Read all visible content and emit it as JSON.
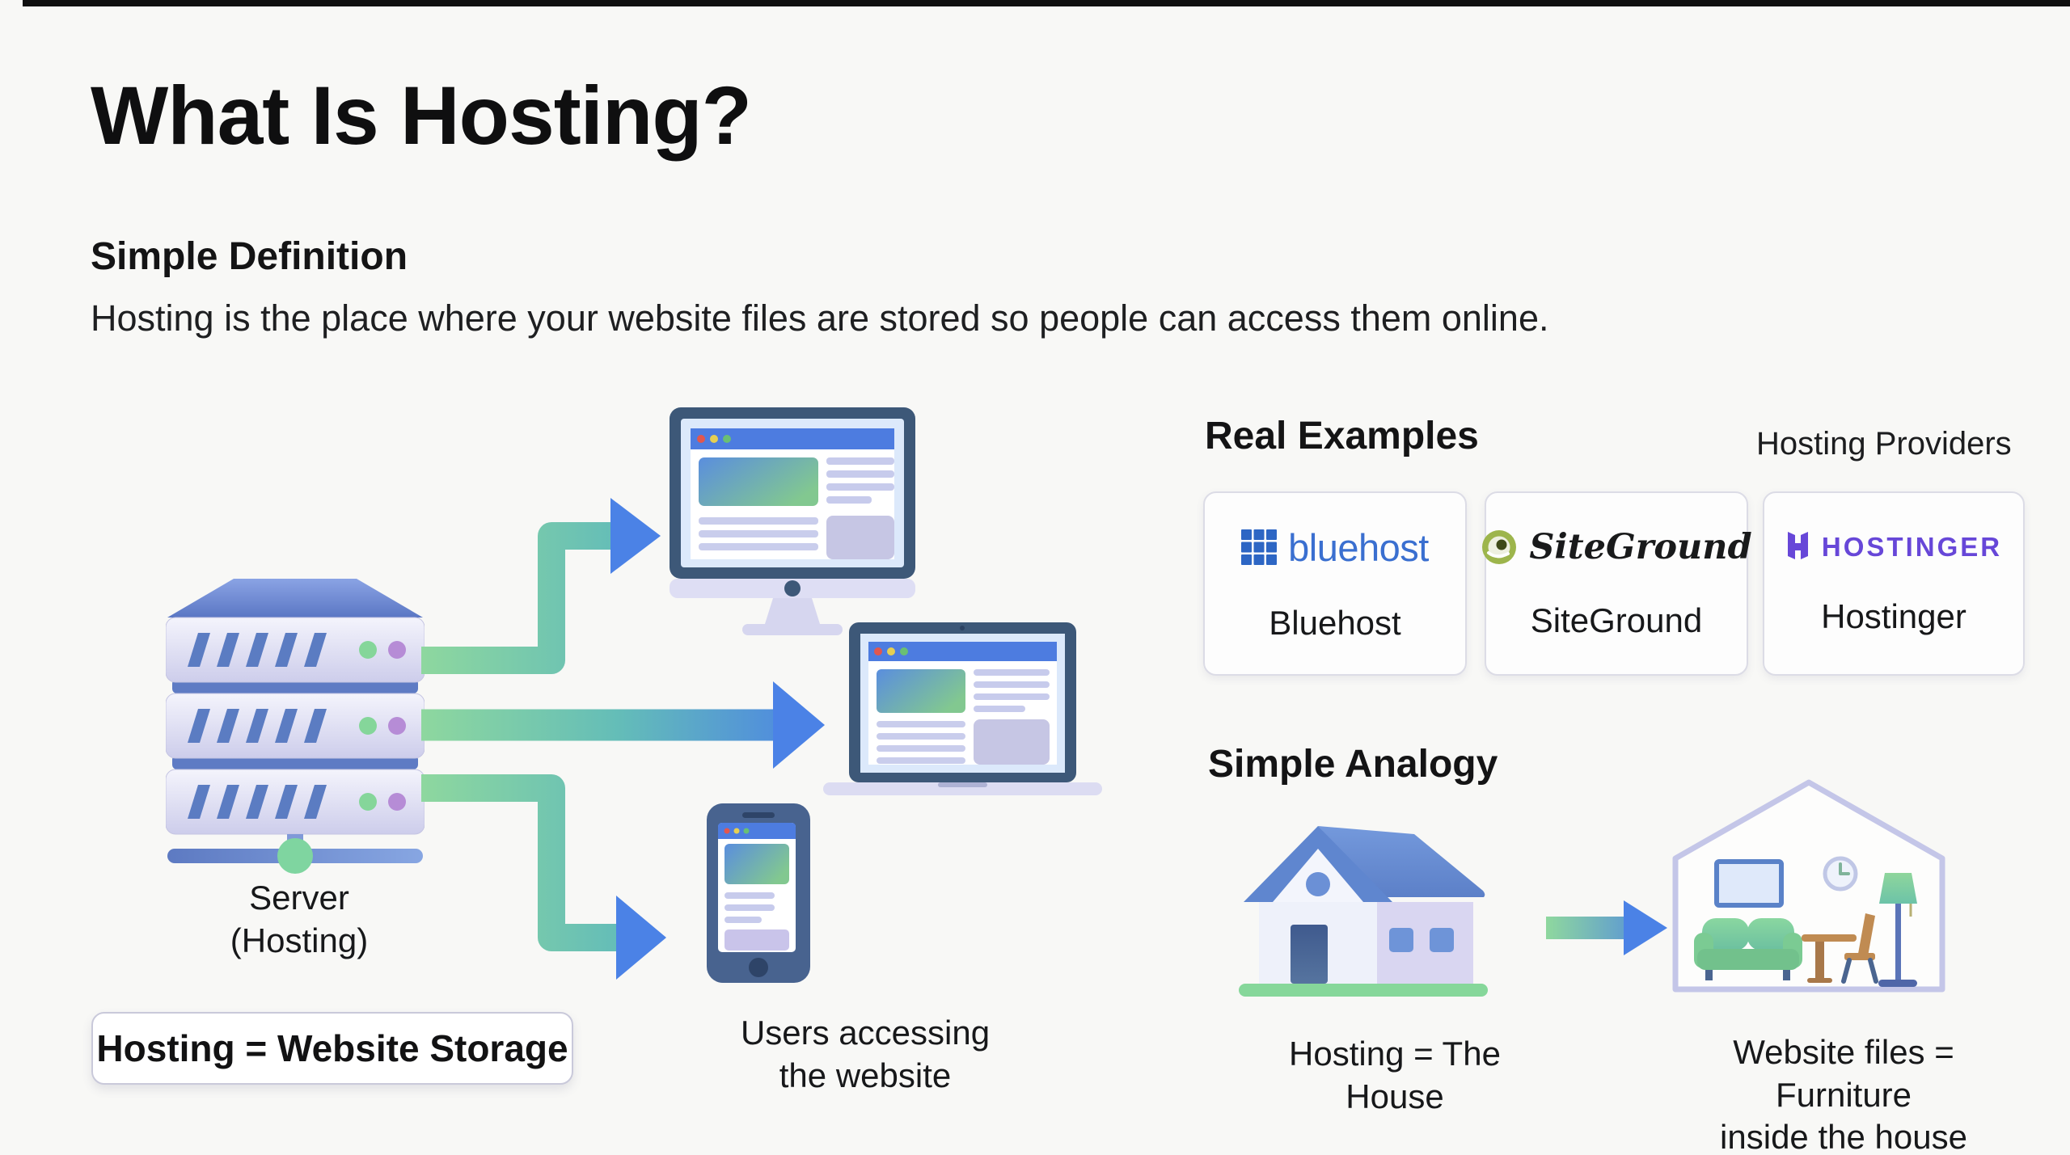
{
  "page": {
    "title": "What Is Hosting?",
    "section_definition": {
      "heading": "Simple Definition",
      "text": "Hosting is the place where your website files are stored so people can access them online."
    }
  },
  "hosting_diagram": {
    "server_label": "Server\n(Hosting)",
    "storage_badge": "Hosting = Website Storage",
    "users_label": "Users accessing\nthe website"
  },
  "real_examples": {
    "heading": "Real Examples",
    "subheading": "Hosting Providers",
    "providers": [
      {
        "logo_text": "bluehost",
        "label": "Bluehost"
      },
      {
        "logo_text": "SiteGround",
        "label": "SiteGround"
      },
      {
        "logo_text": "HOSTINGER",
        "label": "Hostinger"
      }
    ]
  },
  "simple_analogy": {
    "heading": "Simple Analogy",
    "house_label": "Hosting = The House",
    "furniture_label": "Website files = Furniture\ninside the house"
  },
  "colors": {
    "background": "#f8f8f6",
    "heading_text": "#0f0f10",
    "arrow_gradient_start": "#8fd89e",
    "arrow_gradient_end": "#4b82e6",
    "bluehost_blue": "#3a6fd0",
    "siteground_green": "#9db54c",
    "hostinger_purple": "#6747d8",
    "device_frame_blue": "#3d5878",
    "server_lavender": "#d9d9f0"
  }
}
